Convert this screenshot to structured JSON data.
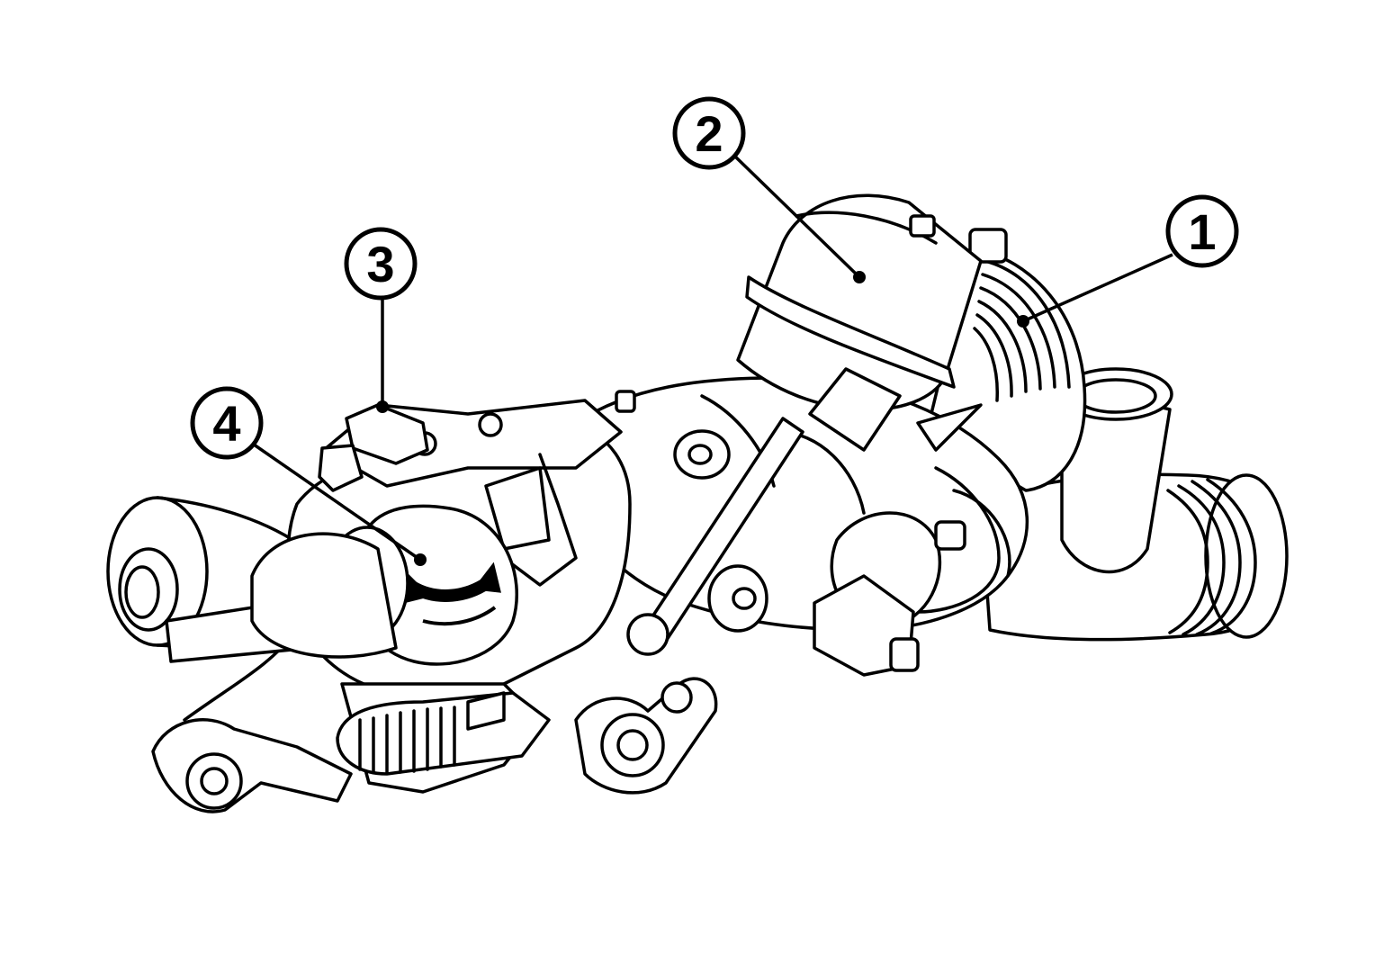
{
  "callouts": [
    {
      "id": "1",
      "label": "1"
    },
    {
      "id": "2",
      "label": "2"
    },
    {
      "id": "3",
      "label": "3"
    },
    {
      "id": "4",
      "label": "4"
    }
  ],
  "colors": {
    "line": "#000000",
    "background": "#ffffff"
  },
  "icons": [
    "rotation-double-arrow-icon"
  ]
}
